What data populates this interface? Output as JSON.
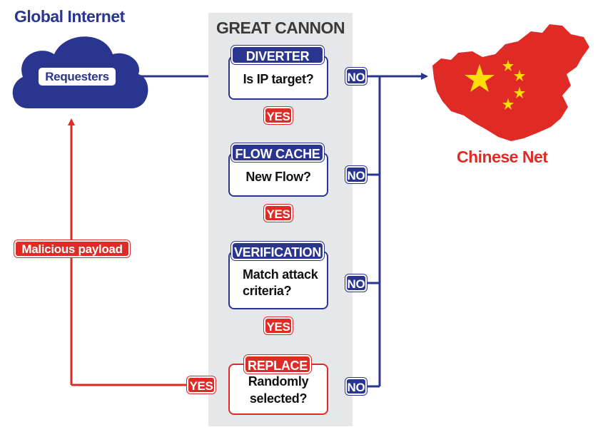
{
  "colors": {
    "blue": "#2a3590",
    "red": "#e02a26",
    "panel": "#e6e7e8"
  },
  "global": {
    "title": "Global Internet",
    "cloud_label": "Requesters",
    "icon": "cloud-icon"
  },
  "cannon": {
    "title": "GREAT CANNON"
  },
  "china": {
    "title": "Chinese Net",
    "icon": "china-flag-map-icon"
  },
  "steps": [
    {
      "header": "DIVERTER",
      "question": "Is IP target?"
    },
    {
      "header": "FLOW CACHE",
      "question": "New Flow?"
    },
    {
      "header": "VERIFICATION",
      "question_line1": "Match attack",
      "question_line2": "criteria?"
    },
    {
      "header": "REPLACE",
      "question_line1": "Randomly",
      "question_line2": "selected?"
    }
  ],
  "labels": {
    "yes": "YES",
    "no": "NO",
    "malicious": "Malicious payload"
  }
}
